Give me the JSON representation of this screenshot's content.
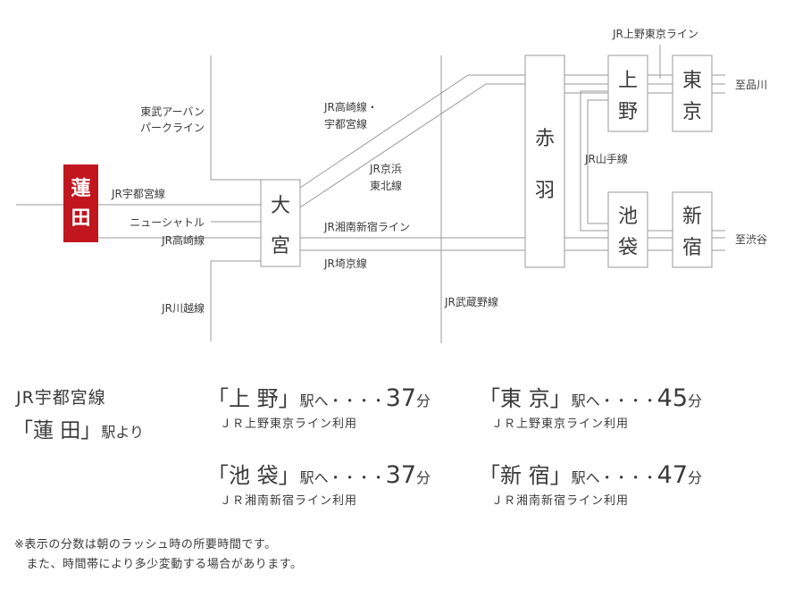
{
  "stations": {
    "hasuda": [
      "蓮",
      "田"
    ],
    "omiya": [
      "大",
      "宮"
    ],
    "akabane": [
      "赤",
      "羽"
    ],
    "ueno": [
      "上",
      "野"
    ],
    "tokyo": [
      "東",
      "京"
    ],
    "ikebukuro": [
      "池",
      "袋"
    ],
    "shinjuku": [
      "新",
      "宿"
    ]
  },
  "line_labels": {
    "tobu_urban_1": "東武アーバン",
    "tobu_urban_2": "パークライン",
    "jr_utsunomiya": "JR宇都宮線",
    "new_shuttle": "ニューシャトル",
    "jr_takasaki": "JR高崎線",
    "jr_kawagoe": "JR川越線",
    "takasaki_utsunomiya_1": "JR高崎線・",
    "takasaki_utsunomiya_2": "宇都宮線",
    "keihin_1": "JR京浜",
    "keihin_2": "東北線",
    "shonan_shinjuku": "JR湘南新宿ライン",
    "saikyo": "JR埼京線",
    "musashino": "JR武蔵野線",
    "yamanote": "JR山手線",
    "ueno_tokyo": "JR上野東京ライン",
    "to_shinagawa": "至品川",
    "to_shibuya": "至渋谷"
  },
  "times": {
    "origin_line": "JR宇都宮線",
    "origin_station": "「蓮 田」",
    "origin_suffix": "駅より",
    "entries": [
      {
        "station": "「上 野」",
        "eki": "駅へ・・・・",
        "minutes": "37",
        "unit": "分",
        "via": "ＪＲ上野東京ライン利用"
      },
      {
        "station": "「東 京」",
        "eki": "駅へ・・・・",
        "minutes": "45",
        "unit": "分",
        "via": "ＪＲ上野東京ライン利用"
      },
      {
        "station": "「池 袋」",
        "eki": "駅へ・・・・",
        "minutes": "37",
        "unit": "分",
        "via": "ＪＲ湘南新宿ライン利用"
      },
      {
        "station": "「新 宿」",
        "eki": "駅へ・・・・",
        "minutes": "47",
        "unit": "分",
        "via": "ＪＲ湘南新宿ライン利用"
      }
    ]
  },
  "notes": [
    "※表示の分数は朝のラッシュ時の所要時間です。",
    "　また、時間帯により多少変動する場合があります。"
  ],
  "colors": {
    "accent": "#c2161f",
    "line": "#9a9a9a",
    "text": "#3a3a3a"
  }
}
